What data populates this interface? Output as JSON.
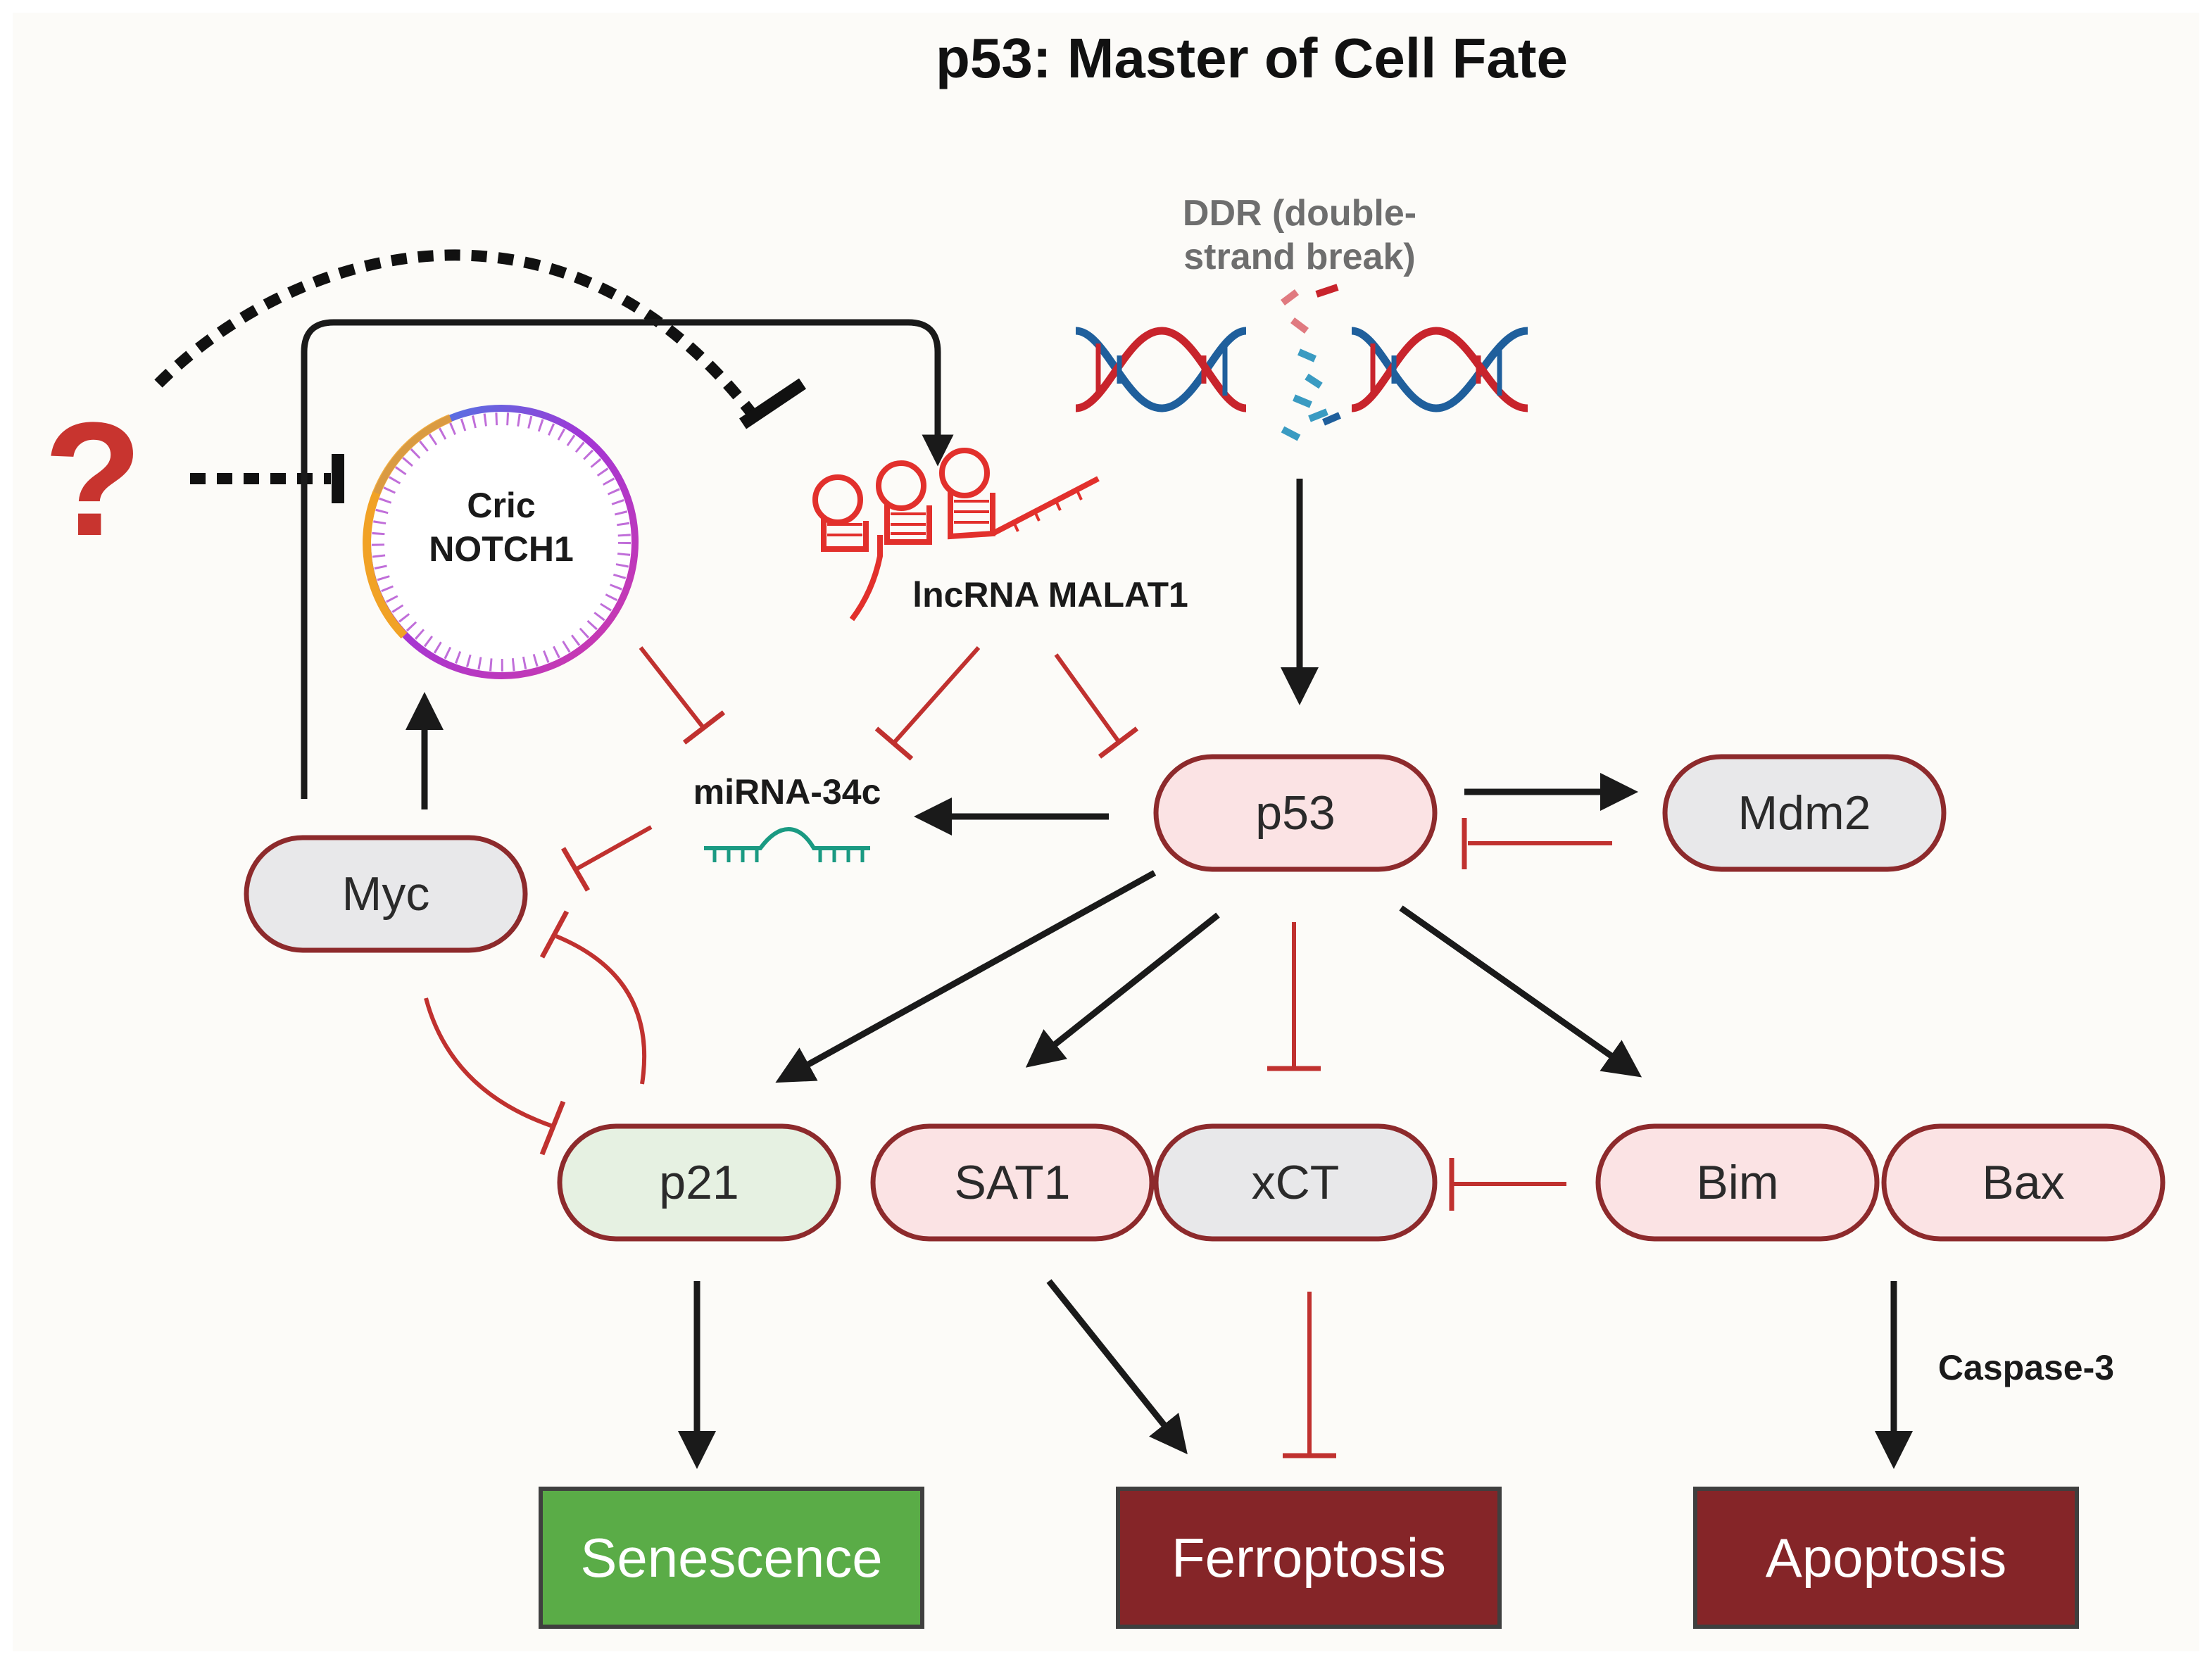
{
  "title": "p53: Master of Cell Fate",
  "ddr_label": {
    "line1": "DDR (double-",
    "line2": "strand break)"
  },
  "question_mark": "?",
  "circ_rna": {
    "line1": "Cric",
    "line2": "NOTCH1"
  },
  "lncrna_label": "lncRNA MALAT1",
  "mirna_label": "miRNA-34c",
  "nodes": {
    "p53": "p53",
    "mdm2": "Mdm2",
    "myc": "Myc",
    "p21": "p21",
    "sat1": "SAT1",
    "xct": "xCT",
    "bim": "Bim",
    "bax": "Bax"
  },
  "caspase_label": "Caspase-3",
  "outcomes": {
    "senescence": "Senescence",
    "ferroptosis": "Ferroptosis",
    "apoptosis": "Apoptosis"
  },
  "colors": {
    "activation_arrow": "#1a1a1a",
    "inhibition": "#c0312f",
    "pill_border": "#8d2a2c",
    "pill_pink": "#fbe3e4",
    "pill_gray": "#e8e8ea",
    "pill_green": "#e6f1e2",
    "senescence_box": "#5aac47",
    "death_box": "#852528",
    "dna_red": "#c8242c",
    "dna_blue": "#1f5f9c",
    "mirna_teal": "#1a9a82"
  }
}
